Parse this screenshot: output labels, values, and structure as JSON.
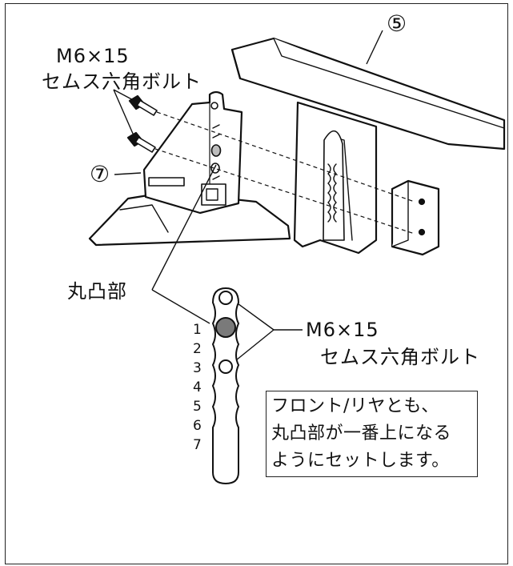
{
  "bolt_spec_top": {
    "line1": "M6×15",
    "line2": "セムス六角ボルト"
  },
  "bolt_spec_right": {
    "line1": "M6×15",
    "line2": "セムス六角ボルト"
  },
  "part_labels": {
    "part5": "⑤",
    "part7": "⑦"
  },
  "boss_label": "丸凸部",
  "hole_positions": [
    "1",
    "2",
    "3",
    "4",
    "5",
    "6",
    "7"
  ],
  "note": {
    "line1": "フロント/リヤとも、",
    "line2": "丸凸部が一番上になる",
    "line3": "ようにセットします。"
  }
}
